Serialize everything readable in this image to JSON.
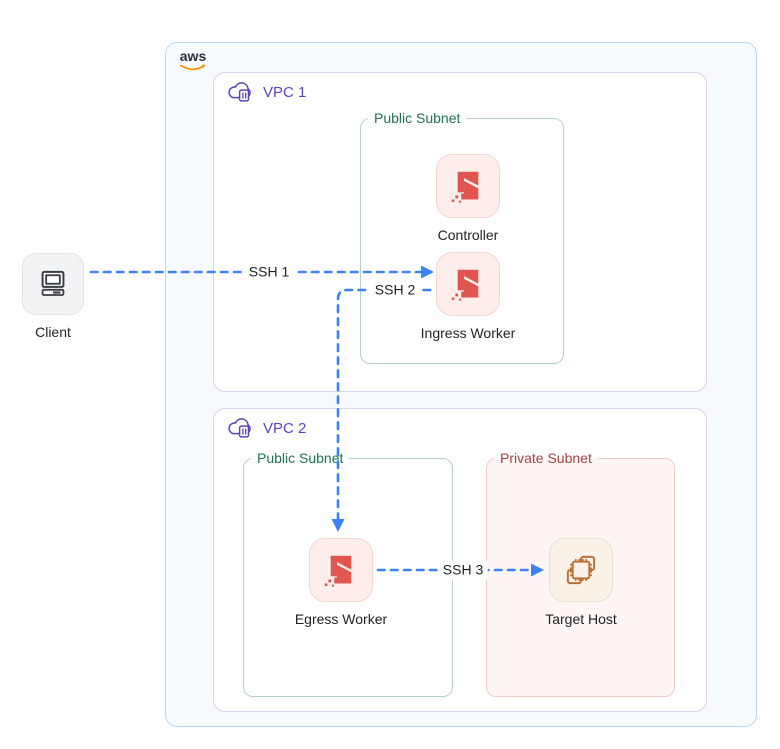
{
  "aws": {
    "logo_text": "aws"
  },
  "client": {
    "label": "Client"
  },
  "vpc1": {
    "label": "VPC 1",
    "public_subnet": {
      "label": "Public Subnet"
    }
  },
  "vpc2": {
    "label": "VPC 2",
    "public_subnet": {
      "label": "Public Subnet"
    },
    "private_subnet": {
      "label": "Private Subnet"
    }
  },
  "nodes": {
    "controller": {
      "label": "Controller"
    },
    "ingress_worker": {
      "label": "Ingress Worker"
    },
    "egress_worker": {
      "label": "Egress Worker"
    },
    "target_host": {
      "label": "Target Host"
    }
  },
  "connections": {
    "ssh1": {
      "label": "SSH 1"
    },
    "ssh2": {
      "label": "SSH 2"
    },
    "ssh3": {
      "label": "SSH 3"
    }
  },
  "colors": {
    "aws_border": "#b9d8ef",
    "aws_bg": "#f8fbfe",
    "vpc_border": "#d7d2ed",
    "vpc_label": "#5b43bd",
    "subnet_green_border": "#b4d2bb",
    "subnet_green_label": "#1e7350",
    "subnet_red_border": "#efccc7",
    "subnet_red_bg": "#fdf6f4",
    "subnet_red_label": "#a04444",
    "arrow_blue": "#3b82f6",
    "boundary_red": "#e0564f",
    "target_orange": "#bd6f33",
    "aws_smile_orange": "#f79400",
    "text_dark": "#1d2125"
  }
}
